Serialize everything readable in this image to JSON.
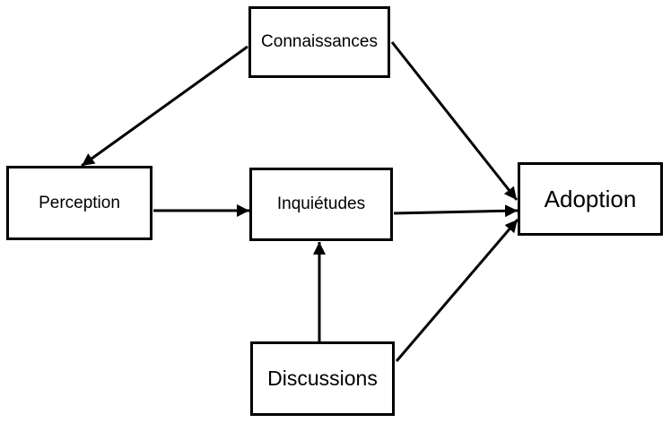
{
  "diagram": {
    "nodes": [
      {
        "id": "connaissances",
        "label": "Connaissances"
      },
      {
        "id": "perception",
        "label": "Perception"
      },
      {
        "id": "inquietudes",
        "label": "Inquiétudes"
      },
      {
        "id": "adoption",
        "label": "Adoption"
      },
      {
        "id": "discussions",
        "label": "Discussions"
      }
    ],
    "edges": [
      {
        "from": "connaissances",
        "to": "perception"
      },
      {
        "from": "connaissances",
        "to": "adoption"
      },
      {
        "from": "perception",
        "to": "inquietudes"
      },
      {
        "from": "inquietudes",
        "to": "adoption"
      },
      {
        "from": "discussions",
        "to": "inquietudes"
      },
      {
        "from": "discussions",
        "to": "adoption"
      }
    ],
    "colors": {
      "stroke": "#000000",
      "background": "#ffffff"
    }
  }
}
